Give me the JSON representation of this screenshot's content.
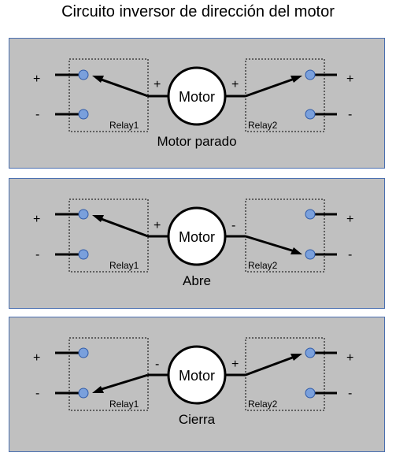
{
  "title": "Circuito inversor de dirección del motor",
  "motor_label": "Motor",
  "relay1_label": "Relay1",
  "relay2_label": "Relay2",
  "terminal_plus": "+",
  "terminal_minus": "-",
  "panels": [
    {
      "caption": "Motor parado",
      "left_polarity": "+",
      "right_polarity": "+",
      "relay1_position": "top",
      "relay2_position": "top"
    },
    {
      "caption": "Abre",
      "left_polarity": "+",
      "right_polarity": "-",
      "relay1_position": "top",
      "relay2_position": "bottom"
    },
    {
      "caption": "Cierra",
      "left_polarity": "-",
      "right_polarity": "+",
      "relay1_position": "bottom",
      "relay2_position": "top"
    }
  ],
  "colors": {
    "panel_bg": "#c0c0c0",
    "panel_border": "#4a6fb0",
    "contact_fill": "#7aa0dc",
    "contact_stroke": "#2f5aa8"
  }
}
